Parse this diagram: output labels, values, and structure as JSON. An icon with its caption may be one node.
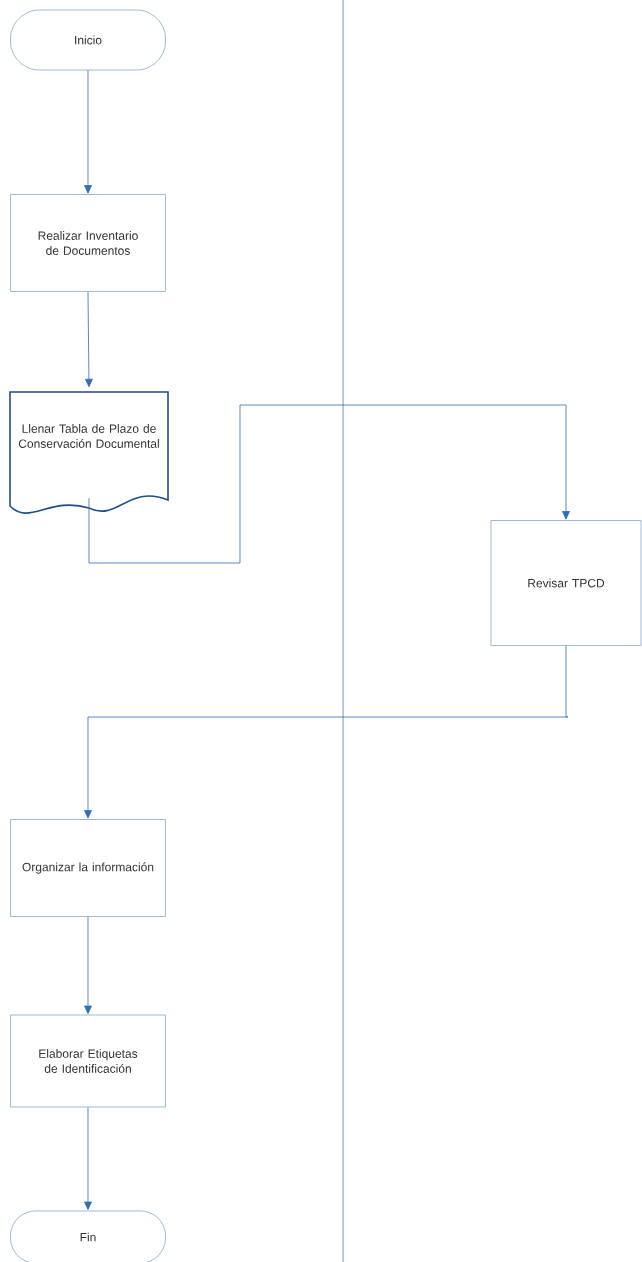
{
  "diagram": {
    "nodes": [
      {
        "text": [
          "Inicio"
        ]
      },
      {
        "text": [
          "Realizar Inventario de Documentos"
        ]
      },
      {
        "text": [
          "Llenar Tabla de Plazo de Conservación Documental"
        ]
      },
      {
        "text": [
          "Revisar TPCD"
        ]
      },
      {
        "text": [
          "Organizar la información"
        ]
      },
      {
        "text": [
          "Elaborar Etiquetas de Identificación"
        ]
      },
      {
        "text": [
          "Fin"
        ]
      }
    ],
    "edges": [
      {
        "from": 0,
        "to": 1,
        "arrow": "to"
      },
      {
        "from": 1,
        "to": 2,
        "arrow": "to"
      },
      {
        "from": 2,
        "to": 3,
        "arrow": "to"
      },
      {
        "from": 3,
        "to": 4,
        "arrow": "to"
      },
      {
        "from": 4,
        "to": 5,
        "arrow": "to"
      },
      {
        "from": 5,
        "to": 6,
        "arrow": "to"
      }
    ]
  }
}
